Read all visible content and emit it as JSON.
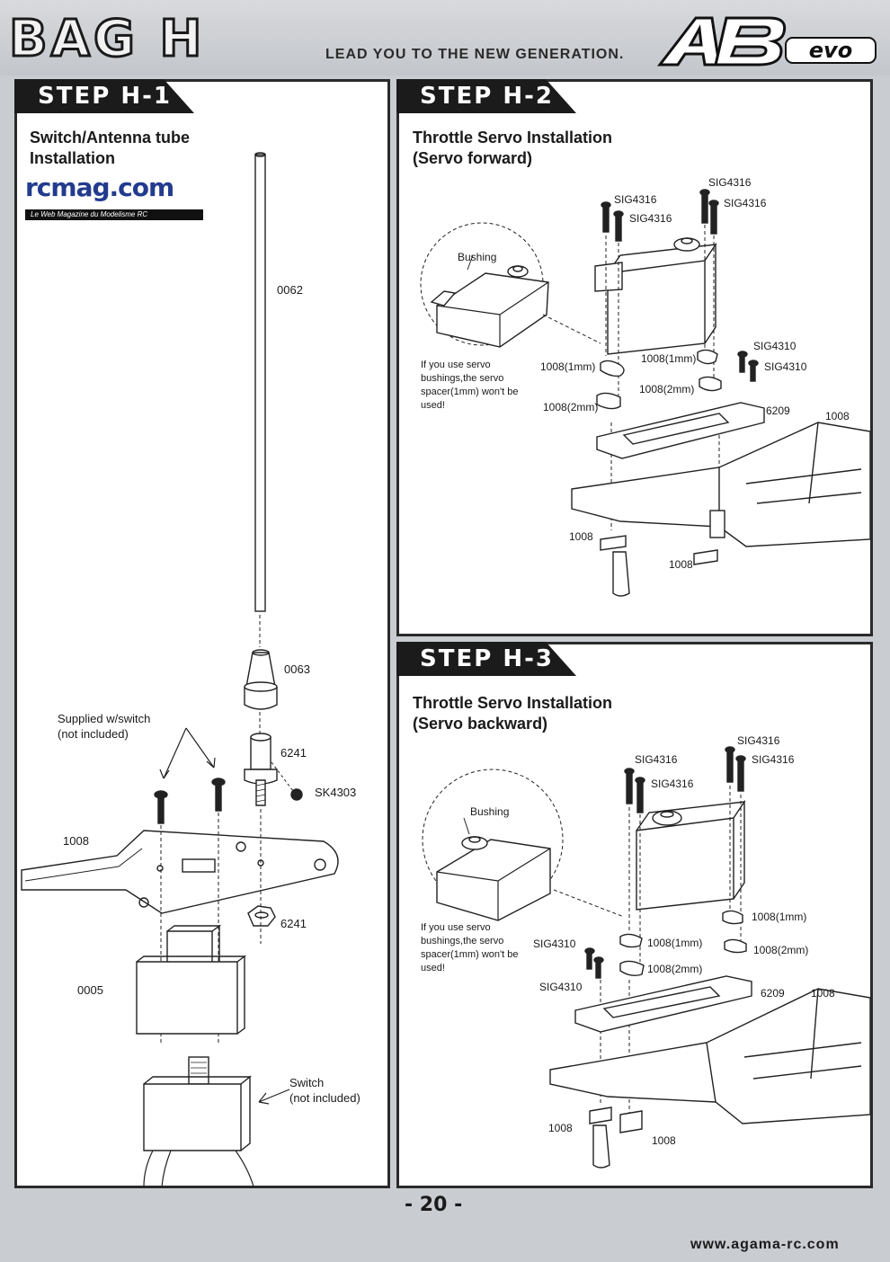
{
  "header": {
    "bag": "BAG H",
    "slogan": "LEAD YOU TO THE NEW GENERATION.",
    "logo_text": "A8 EVO"
  },
  "step1": {
    "heading": "STEP H-1",
    "title_line1": "Switch/Antenna tube",
    "title_line2": "Installation",
    "labels": {
      "tube": "0062",
      "cone": "0063",
      "nut_top": "6241",
      "set_screw": "SK4303",
      "supplied_line1": "Supplied w/switch",
      "supplied_line2": "(not included)",
      "plate": "1008",
      "nut_bottom": "6241",
      "box": "0005",
      "switch_line1": "Switch",
      "switch_line2": "(not included)"
    }
  },
  "watermark": {
    "site": "rcmag.com",
    "tagline": "Le Web Magazine du Modelisme RC"
  },
  "step2": {
    "heading": "STEP H-2",
    "title_line1": "Throttle Servo Installation",
    "title_line2": "(Servo forward)",
    "bushing": "Bushing",
    "note": [
      "If you use servo",
      "bushings,the servo",
      "spacer(1mm) won't be",
      "used!"
    ],
    "labels": {
      "s1": "SIG4316",
      "s2": "SIG4316",
      "s3": "SIG4316",
      "s4": "SIG4316",
      "sp1": "1008(1mm)",
      "sp2": "1008(1mm)",
      "sp3": "1008(2mm)",
      "sp4": "1008(2mm)",
      "g1": "SIG4310",
      "g2": "SIG4310",
      "mount": "6209",
      "chassis": "1008",
      "post1": "1008",
      "post2": "1008"
    }
  },
  "step3": {
    "heading": "STEP H-3",
    "title_line1": "Throttle Servo Installation",
    "title_line2": "(Servo backward)",
    "bushing": "Bushing",
    "note": [
      "If you use servo",
      "bushings,the servo",
      "spacer(1mm) won't be",
      "used!"
    ],
    "labels": {
      "s1": "SIG4316",
      "s2": "SIG4316",
      "s3": "SIG4316",
      "s4": "SIG4316",
      "sp1": "1008(1mm)",
      "sp2": "1008(1mm)",
      "sp3": "1008(2mm)",
      "sp4": "1008(2mm)",
      "g1": "SIG4310",
      "g2": "SIG4310",
      "mount": "6209",
      "chassis": "1008",
      "post1": "1008",
      "post2": "1008"
    }
  },
  "footer": {
    "page": "- 20 -",
    "url": "www.agama-rc.com"
  }
}
